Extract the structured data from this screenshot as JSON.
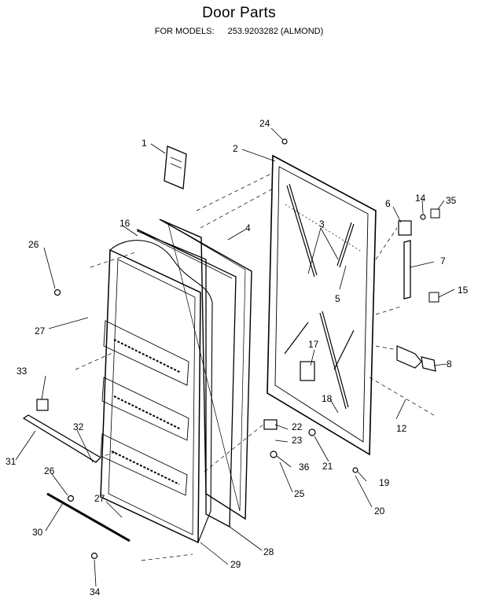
{
  "header": {
    "title": "Door Parts",
    "models_label": "FOR MODELS:",
    "model_number": "253.9203282 (ALMOND)"
  },
  "callouts": [
    "1",
    "2",
    "3",
    "4",
    "5",
    "6",
    "7",
    "8",
    "12",
    "14",
    "15",
    "16",
    "17",
    "18",
    "19",
    "20",
    "21",
    "22",
    "23",
    "24",
    "25",
    "26",
    "27",
    "28",
    "29",
    "30",
    "31",
    "32",
    "33",
    "34",
    "35",
    "36"
  ],
  "colors": {
    "ink": "#000000",
    "paper": "#ffffff"
  }
}
